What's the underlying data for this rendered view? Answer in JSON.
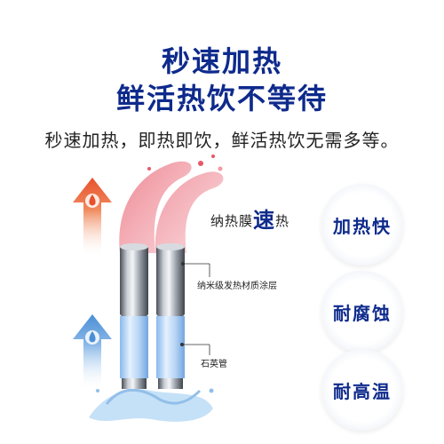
{
  "headline": {
    "line1": "秒速加热",
    "line2": "鲜活热饮不等待"
  },
  "subtitle": "秒速加热，即热即饮，鲜活热饮无需多等。",
  "product_label": {
    "prefix": "纳热膜",
    "highlight": "速",
    "suffix": "热"
  },
  "callouts": {
    "coating": "纳米级发热材质涂层",
    "tube": "石英管"
  },
  "features": [
    {
      "label": "加热快"
    },
    {
      "label": "耐腐蚀"
    },
    {
      "label": "耐高温"
    }
  ],
  "colors": {
    "brand": "#0e2a8c",
    "hot": "#e8502c",
    "cold": "#4a8fd6"
  },
  "icons": [
    "hot-water-drop-icon",
    "cold-water-drop-icon"
  ]
}
